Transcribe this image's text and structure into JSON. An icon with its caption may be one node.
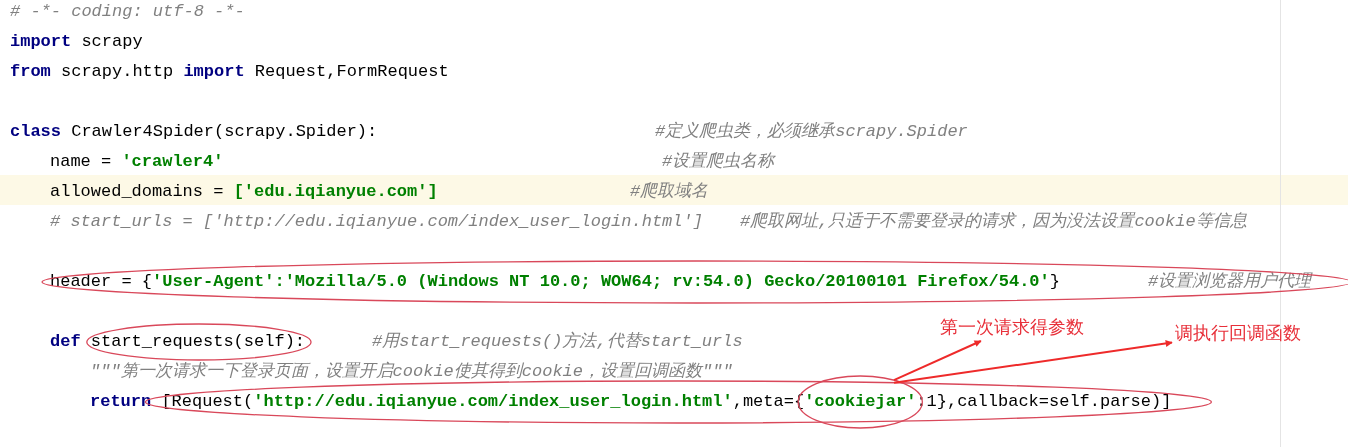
{
  "diagram": {
    "nodes": [
      {
        "text": [],
        "shape": "ellipse"
      },
      {
        "text": [
          "第一次请求得参数"
        ]
      },
      {
        "text": [
          "调执行回调函数"
        ]
      },
      {
        "text": [],
        "shape": "ellipse"
      },
      {
        "text": [],
        "shape": "ellipse"
      },
      {
        "text": [],
        "shape": "ellipse"
      }
    ],
    "edges": [
      {
        "from": 5,
        "to": 1,
        "arrow": "to"
      },
      {
        "from": 4,
        "to": 2,
        "arrow": "to"
      }
    ],
    "labels": [
      "# -*- coding: utf-8 -*-",
      "import",
      "scrapy",
      "from",
      "scrapy.http",
      "import",
      "Request,FormRequest",
      "class",
      "Crawler4Spider(scrapy.Spider):",
      "#定义爬虫类，必须继承scrapy.Spider",
      "name =",
      "'crawler4'",
      "#设置爬虫名称",
      "allowed_domains =",
      "['edu.iqianyue.com']",
      "#爬取域名",
      "# start_urls = ['http://edu.iqianyue.com/index_user_login.html']",
      "#爬取网址,只适于不需要登录的请求，因为没法设置cookie等信息",
      "header = {",
      "'User-Agent':'Mozilla/5.0 (Windows NT 10.0; WOW64; rv:54.0) Gecko/20100101 Firefox/54.0'",
      "}",
      "#设置浏览器用户代理",
      "def",
      "start_requests(self):",
      "#用start_requests()方法,代替start_urls",
      "\"\"\"第一次请求一下登录页面，设置开启cookie使其得到cookie，设置回调函数\"\"\"",
      "return",
      "[Request(",
      "'http://edu.iqianyue.com/index_user_login.html'",
      ",meta={",
      "'cookiejar'",
      ":1},callback=self.parse)]"
    ]
  }
}
